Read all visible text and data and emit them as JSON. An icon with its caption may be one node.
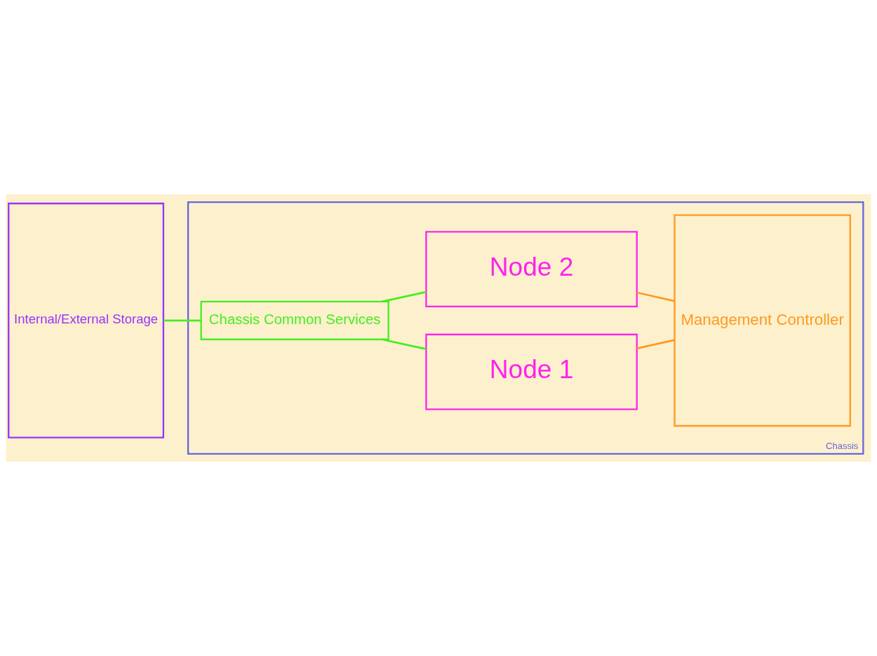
{
  "diagram": {
    "nodes": [
      {
        "text": [
          "Chassis"
        ]
      },
      {
        "text": [
          "Node 1"
        ],
        "in": 0
      },
      {
        "text": [
          "Chassis Common Services"
        ],
        "in": 0
      },
      {
        "text": [
          "Node 2"
        ],
        "in": 0
      },
      {
        "text": [
          "Management Controller"
        ],
        "in": 0
      },
      {
        "text": [
          "Internal/External Storage"
        ]
      }
    ],
    "edges": [
      {
        "from": 5,
        "to": 2,
        "arrow": "none"
      },
      {
        "from": 2,
        "to": 1,
        "arrow": "none"
      },
      {
        "from": 2,
        "to": 3,
        "arrow": "none"
      },
      {
        "from": 1,
        "to": 4,
        "arrow": "none",
        "color": "#ff9922"
      },
      {
        "from": 3,
        "to": 4,
        "arrow": "none",
        "color": "#ff9922"
      }
    ]
  }
}
